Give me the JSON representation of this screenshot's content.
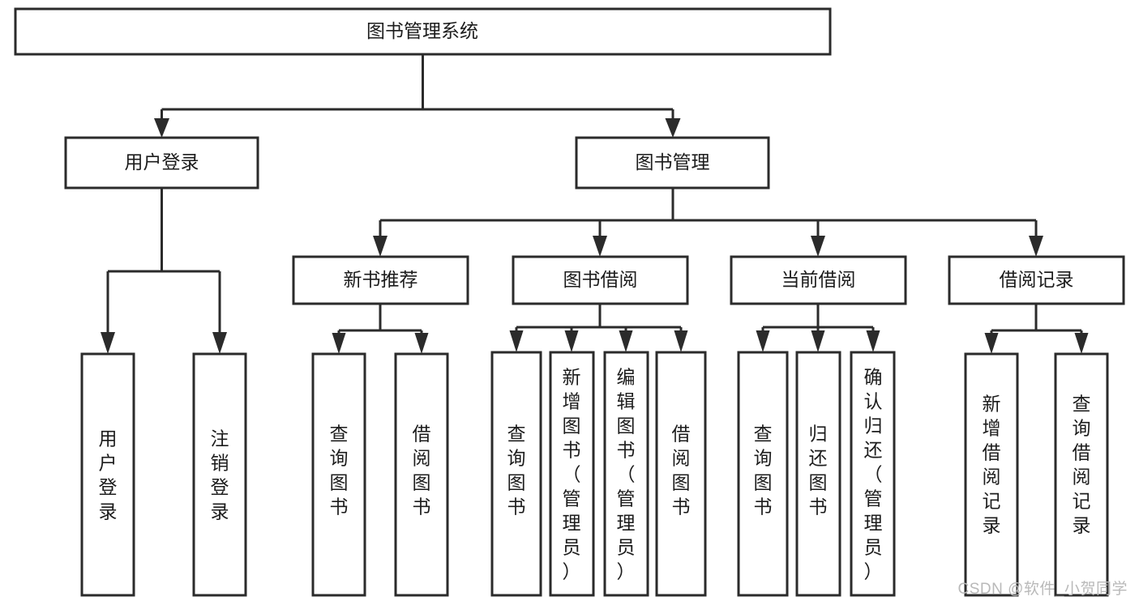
{
  "diagram": {
    "type": "tree",
    "title": "图书管理系统",
    "root": {
      "id": "root",
      "label": "图书管理系统"
    },
    "level2": [
      {
        "id": "user-login",
        "label": "用户登录"
      },
      {
        "id": "book-manage",
        "label": "图书管理"
      }
    ],
    "level3": [
      {
        "id": "new-book-recommend",
        "label": "新书推荐",
        "parent": "book-manage"
      },
      {
        "id": "book-borrow",
        "label": "图书借阅",
        "parent": "book-manage"
      },
      {
        "id": "current-borrow",
        "label": "当前借阅",
        "parent": "book-manage"
      },
      {
        "id": "borrow-record",
        "label": "借阅记录",
        "parent": "book-manage"
      }
    ],
    "leaves": [
      {
        "id": "leaf-user-login",
        "label": "用户登录",
        "parent": "user-login"
      },
      {
        "id": "leaf-logout-login",
        "label": "注销登录",
        "parent": "user-login"
      },
      {
        "id": "leaf-query-book-1",
        "label": "查询图书",
        "parent": "new-book-recommend"
      },
      {
        "id": "leaf-borrow-book-1",
        "label": "借阅图书",
        "parent": "new-book-recommend"
      },
      {
        "id": "leaf-query-book-2",
        "label": "查询图书",
        "parent": "book-borrow"
      },
      {
        "id": "leaf-add-book",
        "label": "新增图书（管理员）",
        "parent": "book-borrow"
      },
      {
        "id": "leaf-edit-book",
        "label": "编辑图书（管理员）",
        "parent": "book-borrow"
      },
      {
        "id": "leaf-borrow-book-2",
        "label": "借阅图书",
        "parent": "book-borrow"
      },
      {
        "id": "leaf-query-book-3",
        "label": "查询图书",
        "parent": "current-borrow"
      },
      {
        "id": "leaf-return-book",
        "label": "归还图书",
        "parent": "current-borrow"
      },
      {
        "id": "leaf-confirm-return",
        "label": "确认归还（管理员）",
        "parent": "current-borrow"
      },
      {
        "id": "leaf-add-record",
        "label": "新增借阅记录",
        "parent": "borrow-record"
      },
      {
        "id": "leaf-query-record",
        "label": "查询借阅记录",
        "parent": "borrow-record"
      }
    ],
    "colors": {
      "stroke": "#2b2b2b",
      "fill": "#ffffff",
      "text": "#1c1c1c",
      "watermark": "#b9b9b9"
    }
  },
  "watermark": {
    "text": "CSDN @软件_小贺同学"
  }
}
